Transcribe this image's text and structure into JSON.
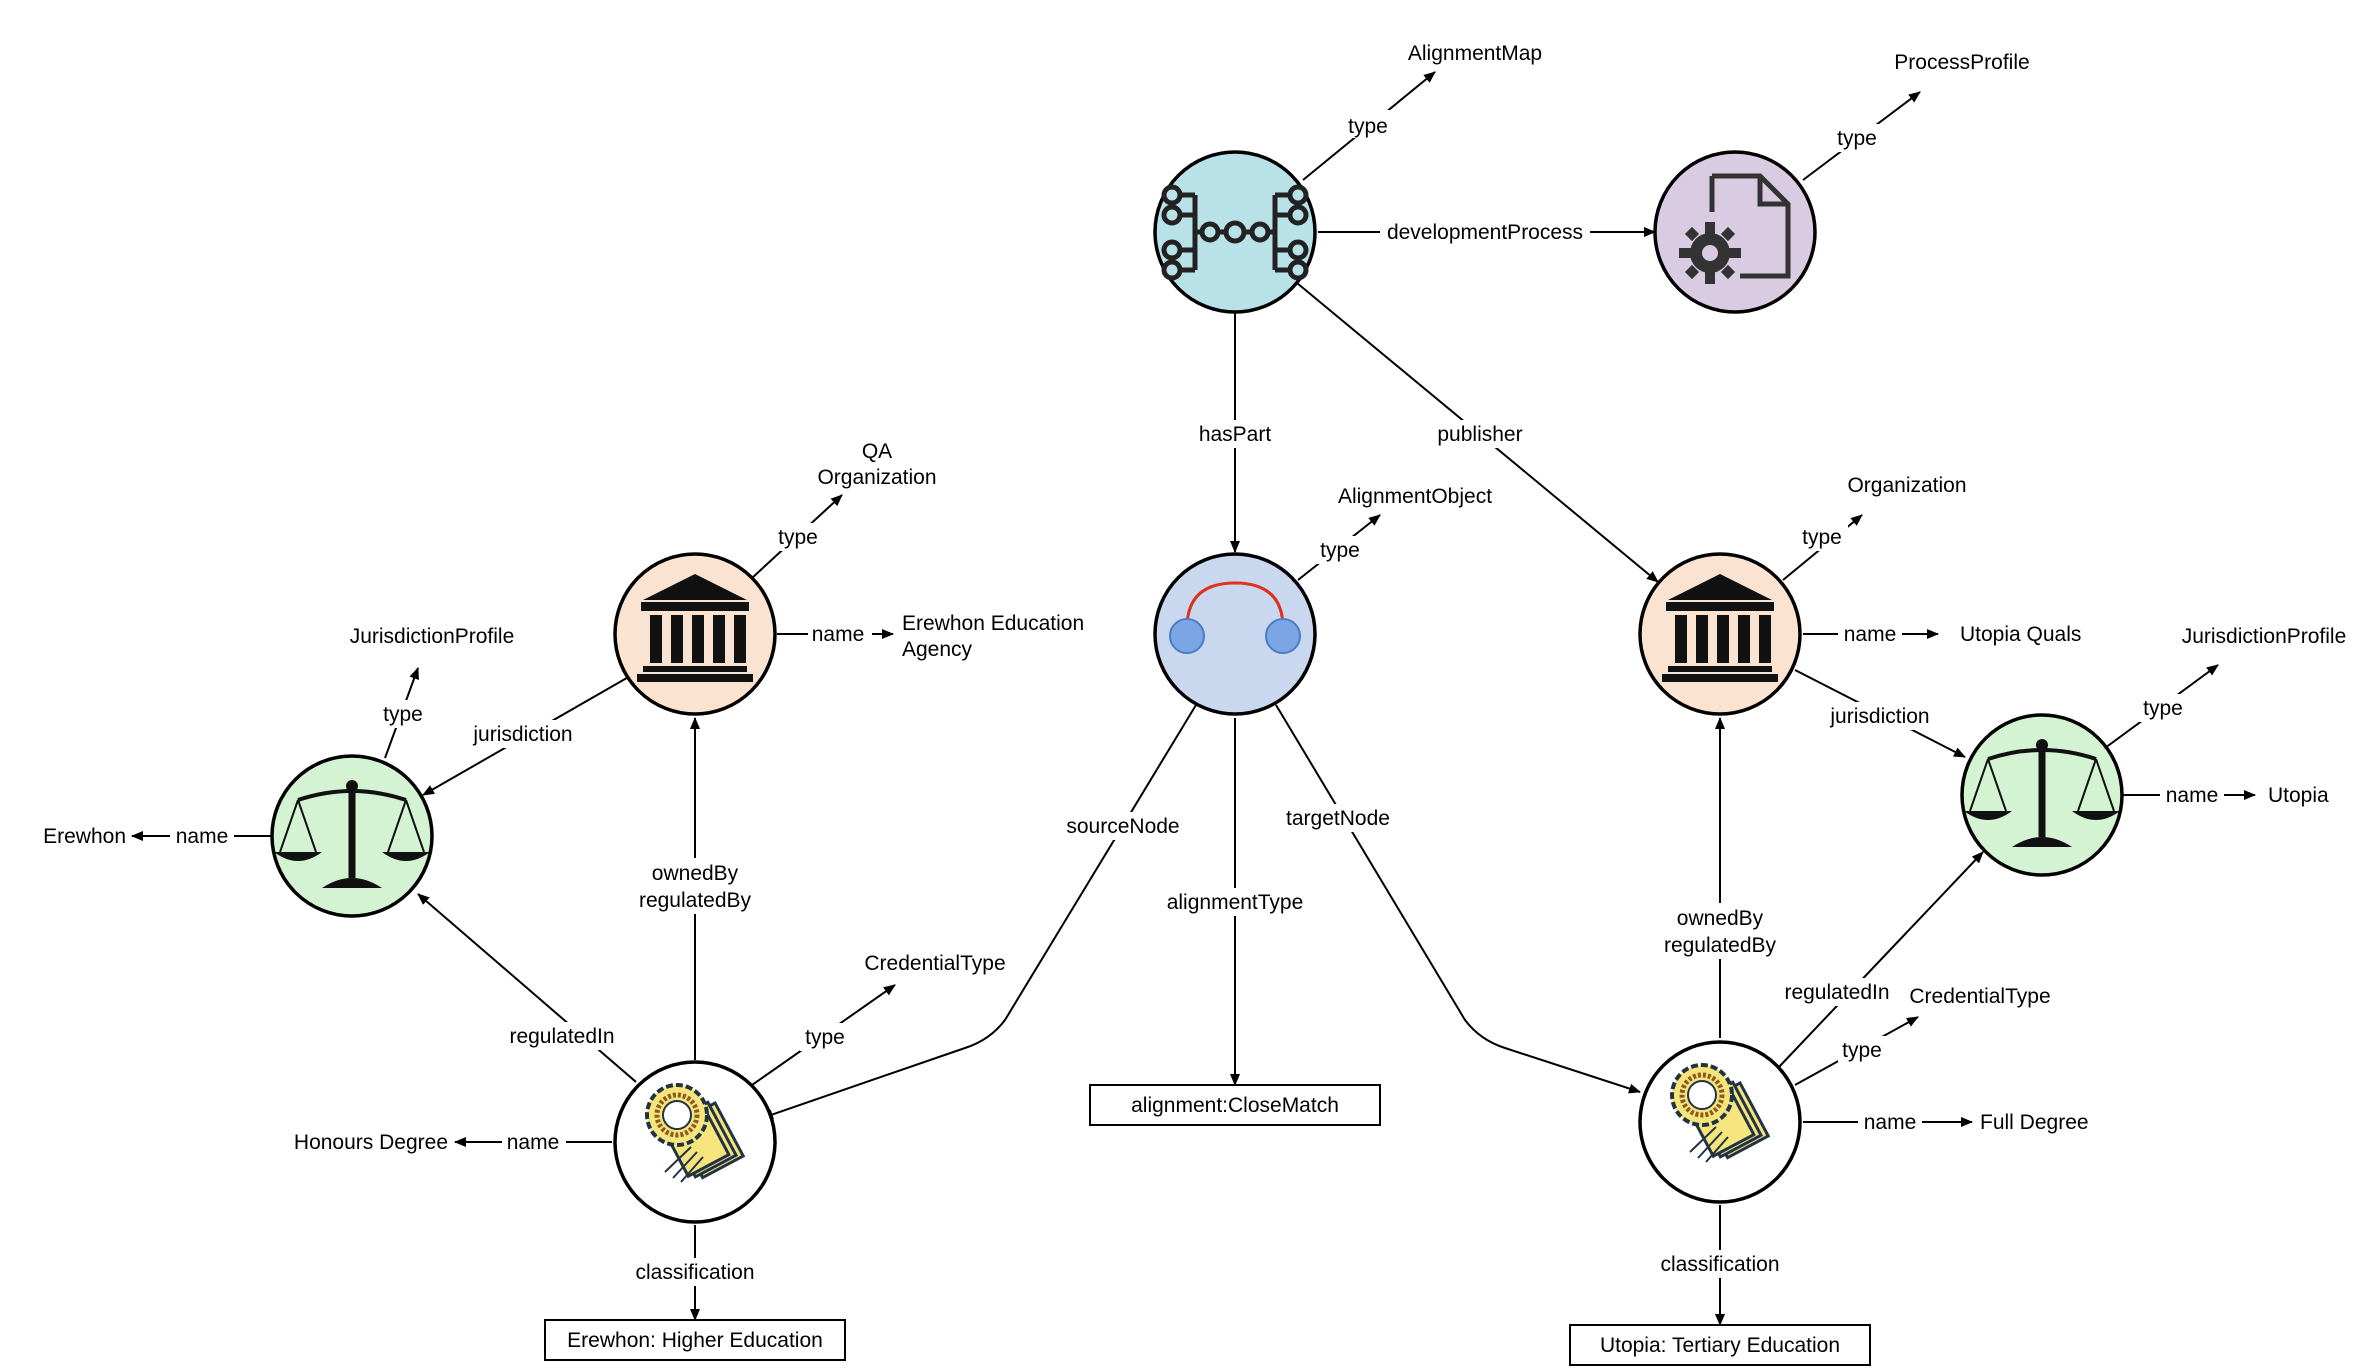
{
  "colors": {
    "map_fill": "#b9e1e8",
    "process_fill": "#d8cbe2",
    "alignment_fill": "#c9d8ef",
    "org_fill": "#fbe3d2",
    "jurisdiction_fill": "#d3f3d3",
    "credential_ring": "#82b366",
    "edge": "#000000"
  },
  "nodes": {
    "alignment_map": {
      "icon": "alignment-map-icon"
    },
    "process_profile": {
      "icon": "document-gear-icon"
    },
    "alignment_object": {
      "icon": "alignment-object-icon"
    },
    "erewhon_agency": {
      "icon": "institution-icon"
    },
    "erewhon_jurisdiction": {
      "icon": "scales-icon"
    },
    "honours_degree": {
      "icon": "certificate-icon"
    },
    "utopia_quals": {
      "icon": "institution-icon"
    },
    "utopia_jurisdiction": {
      "icon": "scales-icon"
    },
    "full_degree": {
      "icon": "certificate-icon"
    }
  },
  "labels": {
    "alignment_map_type": "AlignmentMap",
    "process_profile_type": "ProcessProfile",
    "alignment_object_type": "AlignmentObject",
    "qa_line1": "QA",
    "qa_line2": "Organization",
    "organization_type": "Organization",
    "jurisdiction_profile_left": "JurisdictionProfile",
    "jurisdiction_profile_right": "JurisdictionProfile",
    "erewhon_agency_line1": "Erewhon Education",
    "erewhon_agency_line2": "Agency",
    "erewhon": "Erewhon",
    "utopia_quals": "Utopia Quals",
    "utopia": "Utopia",
    "credential_type_left": "CredentialType",
    "credential_type_right": "CredentialType",
    "honours_degree": "Honours Degree",
    "full_degree": "Full Degree",
    "close_match": "alignment:CloseMatch",
    "erewhon_classification": "Erewhon: Higher Education",
    "utopia_classification": "Utopia: Tertiary Education"
  },
  "edges": {
    "type": "type",
    "development_process": "developmentProcess",
    "has_part": "hasPart",
    "publisher": "publisher",
    "name": "name",
    "jurisdiction": "jurisdiction",
    "source_node": "sourceNode",
    "target_node": "targetNode",
    "alignment_type": "alignmentType",
    "owned_by": "ownedBy",
    "regulated_by": "regulatedBy",
    "regulated_in": "regulatedIn",
    "classification": "classification"
  }
}
